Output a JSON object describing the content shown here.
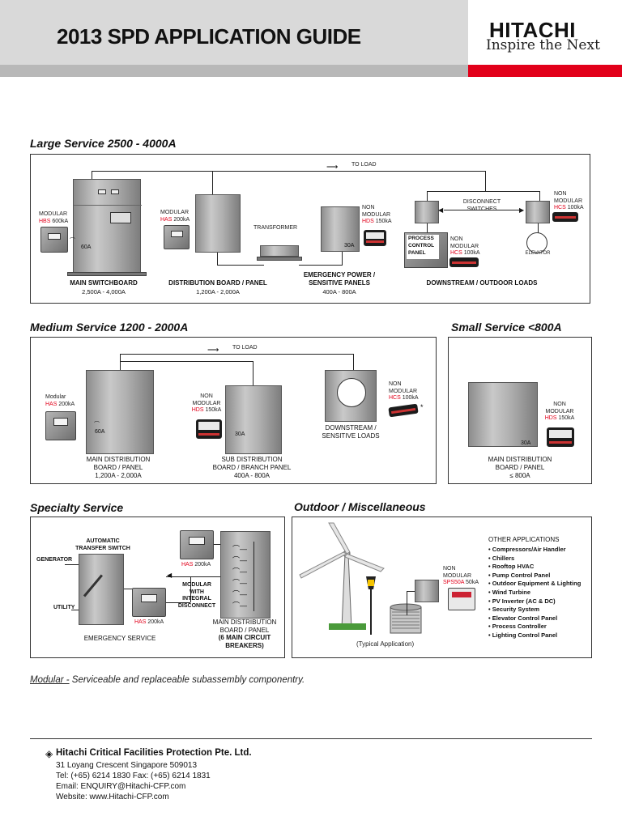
{
  "header": {
    "title": "2013 SPD APPLICATION GUIDE",
    "logo_name": "HITACHI",
    "logo_tagline": "Inspire the Next"
  },
  "large": {
    "title": "Large Service 2500 - 4000A",
    "to_load": "TO LOAD",
    "modular1": {
      "l1": "MODULAR",
      "model": "HBS",
      "rating": "600kA",
      "breaker": "60A"
    },
    "modular2": {
      "l1": "MODULAR",
      "model": "HAS",
      "rating": "200kA"
    },
    "transformer": "TRANSFORMER",
    "nonmod1": {
      "l1": "NON",
      "l2": "MODULAR",
      "model": "HDS",
      "rating": "150kA",
      "breaker": "30A"
    },
    "disconnect": [
      "DISCONNECT",
      "SWITCHES"
    ],
    "nonmod2": {
      "l1": "NON",
      "l2": "MODULAR",
      "model": "HCS",
      "rating": "100kA"
    },
    "process_panel": [
      "PROCESS",
      "CONTROL",
      "PANEL"
    ],
    "nonmod3": {
      "l1": "NON",
      "l2": "MODULAR",
      "model": "HCS",
      "rating": "100kA"
    },
    "elevator": "ELEVATOR",
    "captions": {
      "main_switchboard": "MAIN SWITCHBOARD",
      "main_switchboard_range": "2,500A - 4,000A",
      "distribution": "DISTRIBUTION BOARD / PANEL",
      "distribution_range": "1,200A - 2,000A",
      "emergency_l1": "EMERGENCY POWER /",
      "emergency_l2": "SENSITIVE PANELS",
      "emergency_range": "400A - 800A",
      "downstream": "DOWNSTREAM / OUTDOOR LOADS"
    }
  },
  "medium": {
    "title": "Medium Service 1200 - 2000A",
    "to_load": "TO LOAD",
    "modular": {
      "l1": "Modular",
      "model": "HAS",
      "rating": "200kA",
      "breaker": "60A"
    },
    "nonmod1": {
      "l1": "NON",
      "l2": "MODULAR",
      "model": "HDS",
      "rating": "150kA",
      "breaker": "30A"
    },
    "nonmod2": {
      "l1": "NON",
      "l2": "MODULAR",
      "model": "HCS",
      "rating": "100kA",
      "star": "*"
    },
    "downstream_l1": "DOWNSTREAM /",
    "downstream_l2": "SENSITIVE LOADS",
    "main_l1": "MAIN DISTRIBUTION",
    "main_l2": "BOARD / PANEL",
    "main_range": "1,200A - 2,000A",
    "sub_l1": "SUB DISTRIBUTION",
    "sub_l2": "BOARD / BRANCH PANEL",
    "sub_range": "400A - 800A"
  },
  "small": {
    "title": "Small Service <800A",
    "nonmod": {
      "l1": "NON",
      "l2": "MODULAR",
      "model": "HDS",
      "rating": "150kA",
      "breaker": "30A"
    },
    "main_l1": "MAIN DISTRIBUTION",
    "main_l2": "BOARD / PANEL",
    "main_range": "≤ 800A"
  },
  "specialty": {
    "title": "Specialty Service",
    "ats_l1": "AUTOMATIC",
    "ats_l2": "TRANSFER SWITCH",
    "generator": "GENERATOR",
    "utility": "UTILITY",
    "has1": {
      "model": "HAS",
      "rating": "200kA"
    },
    "has2": {
      "model": "HAS",
      "rating": "200kA"
    },
    "modular_l1": "MODULAR",
    "modular_l2": "WITH",
    "modular_l3": "INTEGRAL",
    "modular_l4": "DISCONNECT",
    "emergency_service": "EMERGENCY SERVICE",
    "mdb_l1": "MAIN DISTRIBUTION",
    "mdb_l2": "BOARD / PANEL",
    "mdb_l3": "(6 MAIN CIRCUIT",
    "mdb_l4": "BREAKERS)"
  },
  "outdoor": {
    "title": "Outdoor / Miscellaneous",
    "nonmod": {
      "l1": "NON",
      "l2": "MODULAR",
      "model": "SPS50A",
      "rating": "50kA"
    },
    "typical": "(Typical Application)",
    "other_title": "OTHER APPLICATIONS",
    "applications": [
      "Compressors/Air Handler",
      "Chillers",
      "Rooftop HVAC",
      "Pump Control Panel",
      "Outdoor Equipment & Lighting",
      "Wind Turbine",
      "PV Inverter (AC & DC)",
      "Security System",
      "Elevator Control Panel",
      "Process Controller",
      "Lighting Control Panel"
    ]
  },
  "footnote": {
    "term": "Modular -",
    "text": " Serviceable and replaceable subassembly componentry."
  },
  "footer": {
    "company": "Hitachi Critical Facilities Protection Pte. Ltd.",
    "address": "31 Loyang Crescent Singapore 509013",
    "tel": "Tel: (+65) 6214 1830   Fax: (+65) 6214 1831",
    "email": "Email: ENQUIRY@Hitachi-CFP.com",
    "website": "Website: www.Hitachi-CFP.com"
  },
  "colors": {
    "accent": "#e2001a",
    "header_grey": "#d9d9d9"
  }
}
